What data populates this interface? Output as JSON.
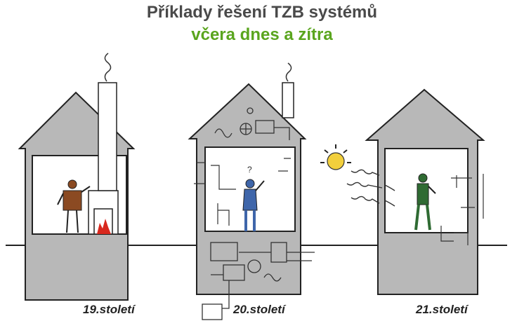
{
  "header": {
    "title": "Příklady řešení TZB systémů",
    "subtitle": "včera dnes a zítra"
  },
  "houses": [
    {
      "caption": "19.století"
    },
    {
      "caption": "20.století"
    },
    {
      "caption": "21.století"
    }
  ],
  "colors": {
    "title": "#4a4a4a",
    "subtitle": "#5aa51e",
    "wall": "#b8b8b8",
    "outline": "#222222",
    "person_19": "#8b4a22",
    "person_20": "#3f66aa",
    "person_21": "#2f6b33",
    "sun": "#f2cf3c",
    "fire": "#d8281e"
  }
}
